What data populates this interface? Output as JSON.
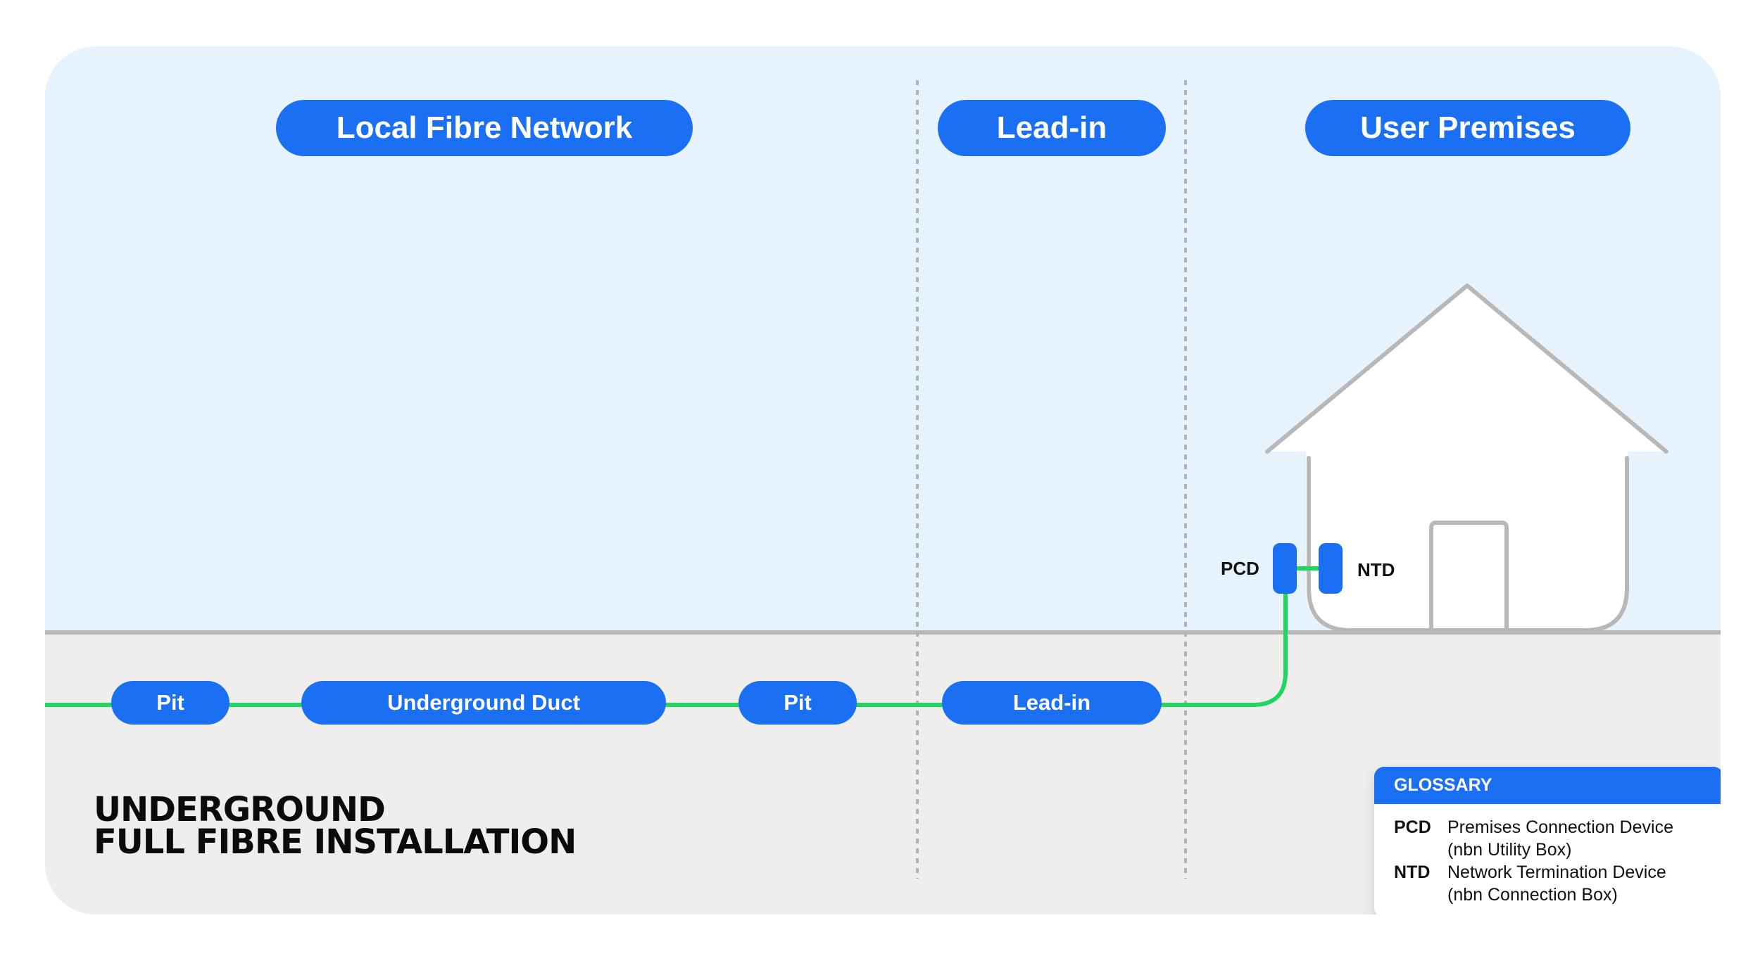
{
  "sections": {
    "local_fibre_network": "Local Fibre Network",
    "lead_in": "Lead-in",
    "user_premises": "User Premises"
  },
  "underground": {
    "pit_1": "Pit",
    "duct": "Underground Duct",
    "pit_2": "Pit",
    "lead_in": "Lead-in"
  },
  "devices": {
    "pcd": "PCD",
    "ntd": "NTD"
  },
  "title": {
    "line1": "UNDERGROUND",
    "line2": "FULL FIBRE INSTALLATION"
  },
  "glossary": {
    "heading": "GLOSSARY",
    "items": [
      {
        "abbr": "PCD",
        "line1": "Premises Connection Device",
        "line2": "(nbn Utility Box)"
      },
      {
        "abbr": "NTD",
        "line1": "Network Termination Device",
        "line2": "(nbn Connection Box)"
      }
    ]
  },
  "colors": {
    "accent": "#1a6ff2",
    "fibre": "#1ed760",
    "sky": "#e7f3fc",
    "ground": "#efeeed",
    "house_outline": "#b8b8b8"
  }
}
